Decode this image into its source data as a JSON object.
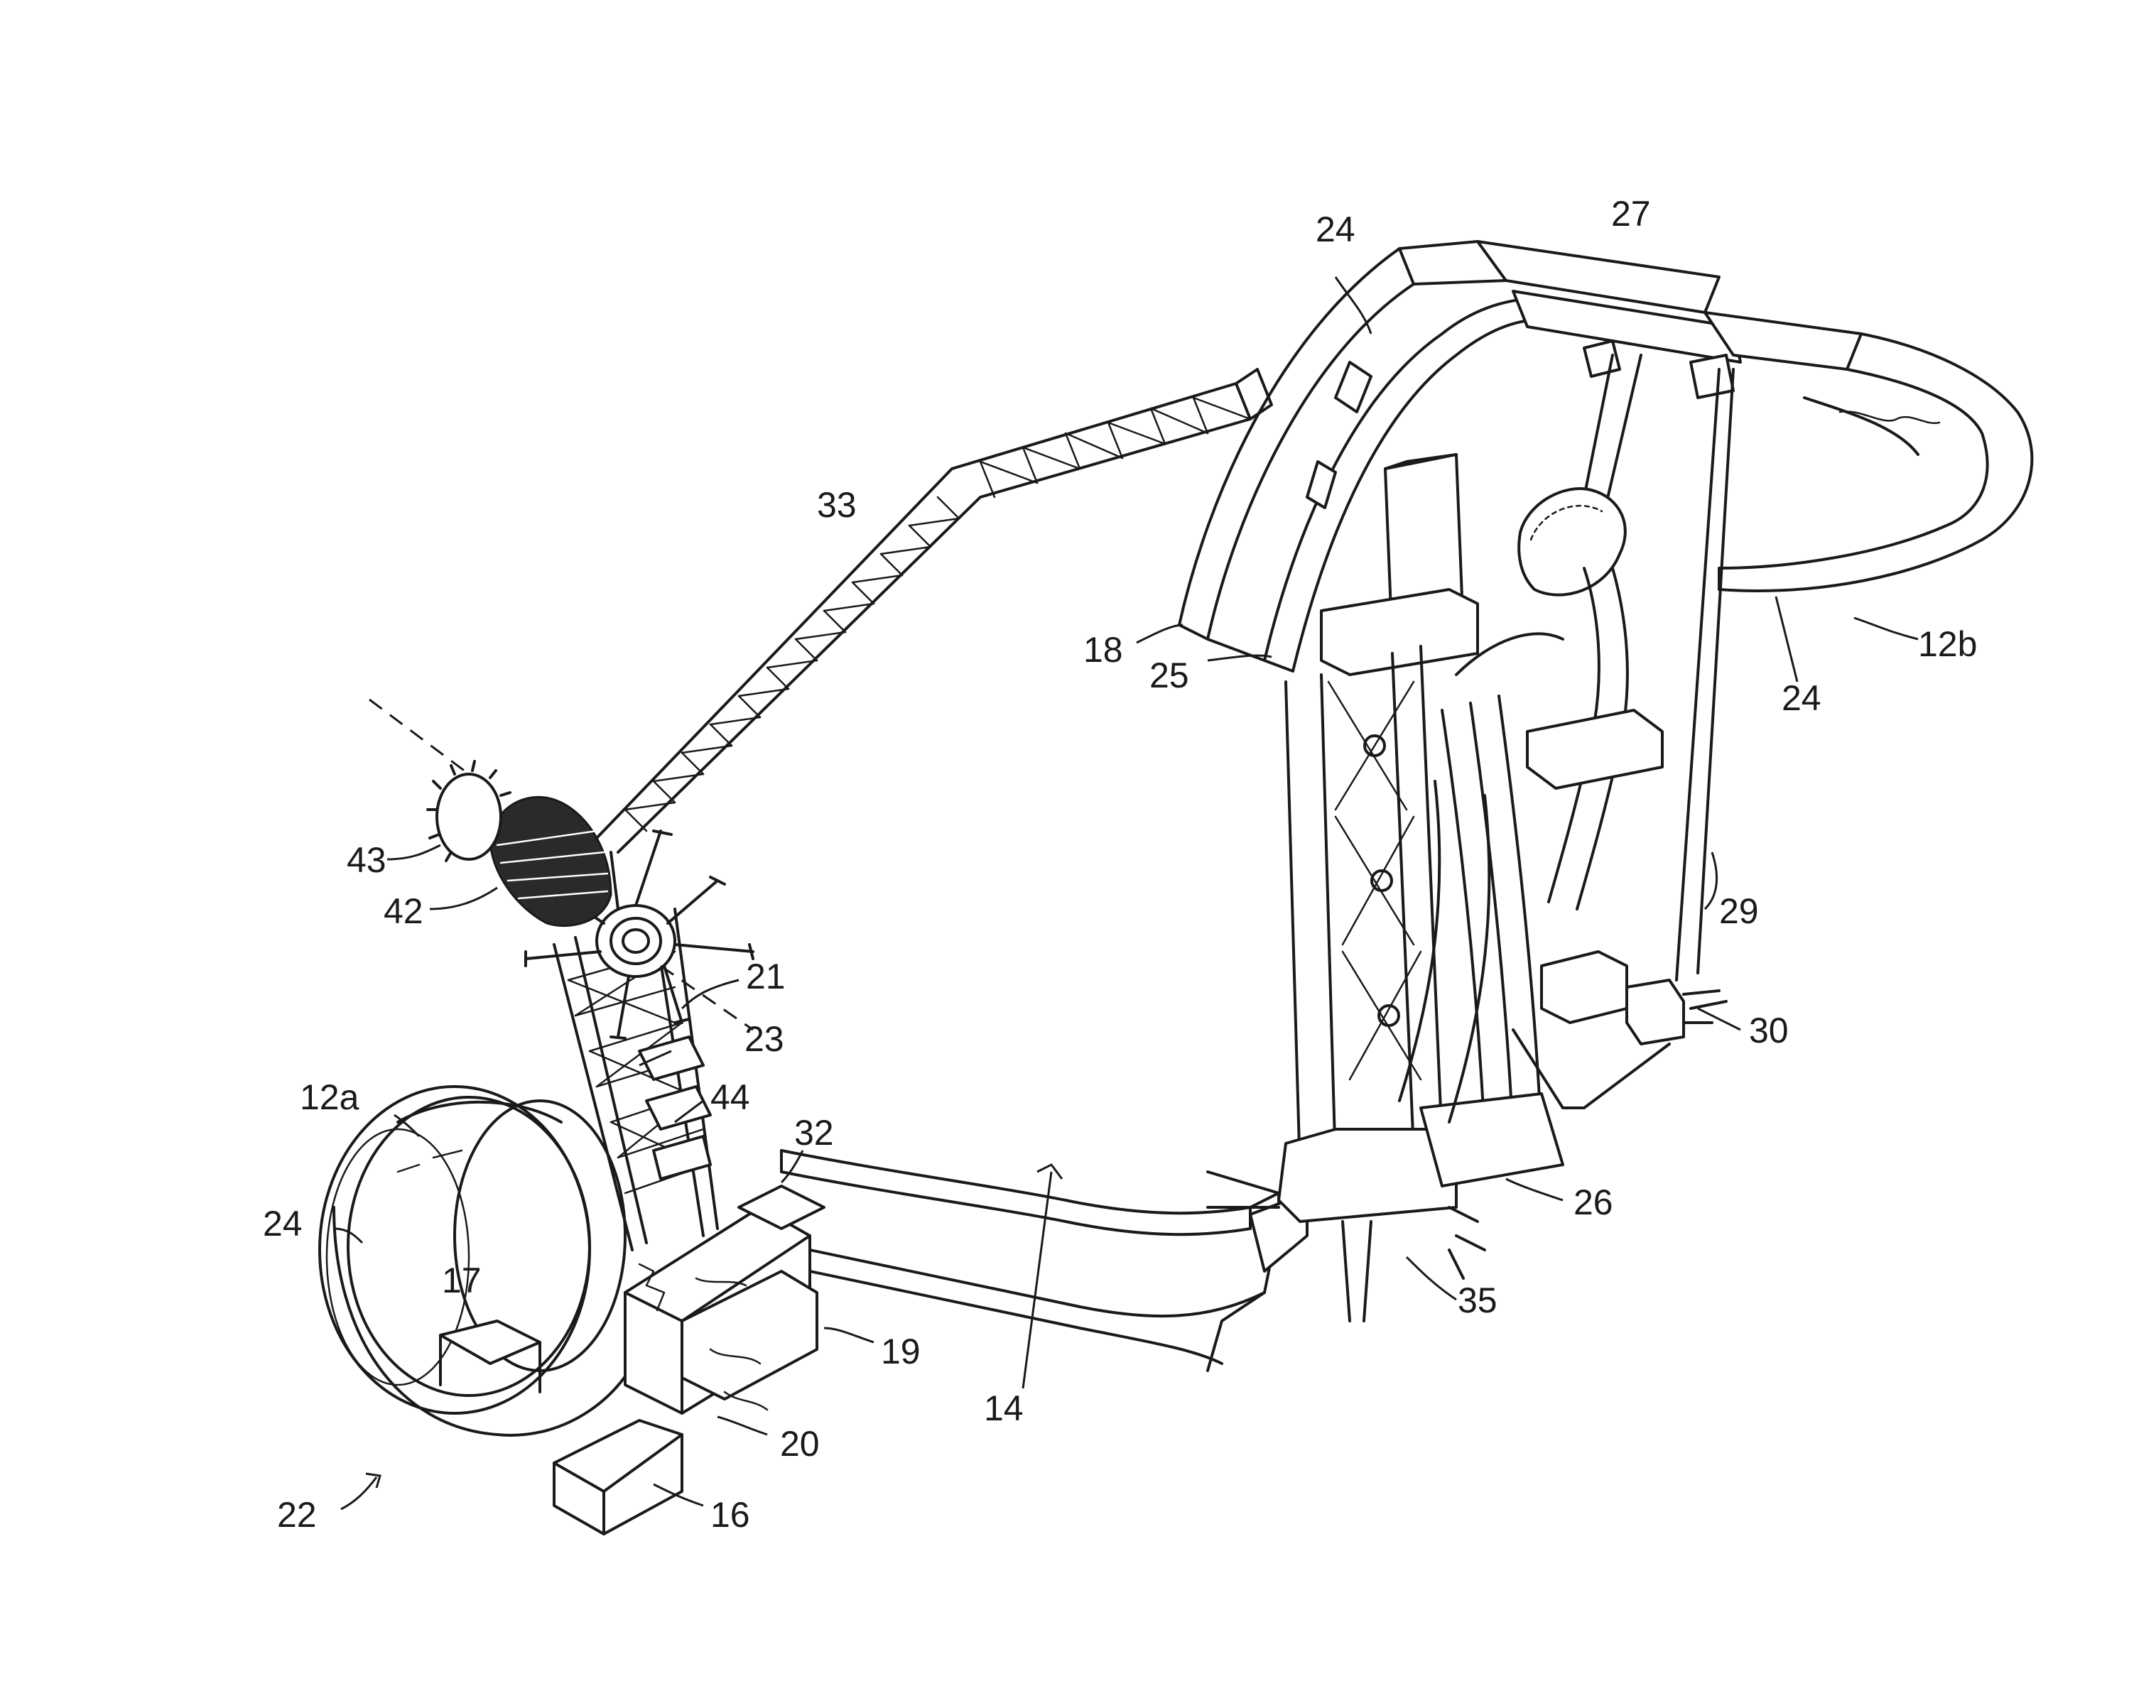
{
  "figure": {
    "labels": [
      {
        "id": "ref-27",
        "text": "27"
      },
      {
        "id": "ref-24-top",
        "text": "24"
      },
      {
        "id": "ref-33",
        "text": "33"
      },
      {
        "id": "ref-18",
        "text": "18"
      },
      {
        "id": "ref-25",
        "text": "25"
      },
      {
        "id": "ref-24-right",
        "text": "24"
      },
      {
        "id": "ref-12b",
        "text": "12b"
      },
      {
        "id": "ref-43",
        "text": "43"
      },
      {
        "id": "ref-42",
        "text": "42"
      },
      {
        "id": "ref-21",
        "text": "21"
      },
      {
        "id": "ref-23",
        "text": "23"
      },
      {
        "id": "ref-29",
        "text": "29"
      },
      {
        "id": "ref-30",
        "text": "30"
      },
      {
        "id": "ref-12a",
        "text": "12a"
      },
      {
        "id": "ref-44",
        "text": "44"
      },
      {
        "id": "ref-32",
        "text": "32"
      },
      {
        "id": "ref-24-left",
        "text": "24"
      },
      {
        "id": "ref-17",
        "text": "17"
      },
      {
        "id": "ref-26",
        "text": "26"
      },
      {
        "id": "ref-35",
        "text": "35"
      },
      {
        "id": "ref-19",
        "text": "19"
      },
      {
        "id": "ref-14",
        "text": "14"
      },
      {
        "id": "ref-20",
        "text": "20"
      },
      {
        "id": "ref-22",
        "text": "22"
      },
      {
        "id": "ref-16",
        "text": "16"
      }
    ]
  }
}
